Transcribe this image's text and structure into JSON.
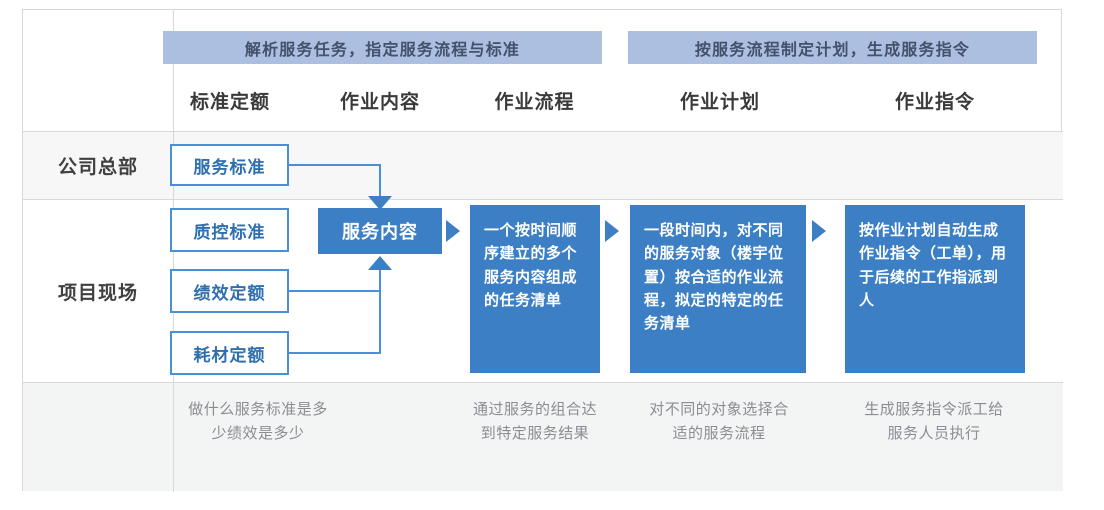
{
  "diagram": {
    "banners": [
      {
        "id": "parse-task",
        "text": "解析服务任务，指定服务流程与标准"
      },
      {
        "id": "make-plan",
        "text": "按服务流程制定计划，生成服务指令"
      }
    ],
    "column_headers": [
      {
        "id": "standard-quota",
        "text": "标准定额"
      },
      {
        "id": "work-content",
        "text": "作业内容"
      },
      {
        "id": "work-process",
        "text": "作业流程"
      },
      {
        "id": "work-plan",
        "text": "作业计划"
      },
      {
        "id": "work-order",
        "text": "作业指令"
      }
    ],
    "row_labels": [
      {
        "id": "company-hq",
        "text": "公司总部"
      },
      {
        "id": "project-site",
        "text": "项目现场"
      }
    ],
    "outlined_boxes": [
      {
        "id": "service-standard",
        "text": "服务标准"
      },
      {
        "id": "quality-control-standard",
        "text": "质控标准"
      },
      {
        "id": "performance-quota",
        "text": "绩效定额"
      },
      {
        "id": "consumable-quota",
        "text": "耗材定额"
      }
    ],
    "filled_boxes": [
      {
        "id": "service-content",
        "text": "服务内容"
      },
      {
        "id": "work-process-desc",
        "text": "一个按时间顺序建立的多个服务内容组成的任务清单"
      },
      {
        "id": "work-plan-desc",
        "text": "一段时间内，对不同的服务对象（楼宇位置）按合适的作业流程，拟定的特定的任务清单"
      },
      {
        "id": "work-order-desc",
        "text": "按作业计划自动生成作业指令（工单），用于后续的工作指派到人"
      }
    ],
    "captions": [
      {
        "id": "caption-standard",
        "text": "做什么服务标准是多少绩效是多少"
      },
      {
        "id": "caption-content",
        "text": "通过服务的组合达到特定服务结果"
      },
      {
        "id": "caption-process",
        "text": "对不同的对象选择合适的服务流程"
      },
      {
        "id": "caption-order",
        "text": "生成服务指令派工给服务人员执行"
      }
    ],
    "colors": {
      "banner_bg": "#adbfe0",
      "banner_text": "#43516b",
      "box_fill": "#3c7fc4",
      "box_outline": "#4a90d9",
      "outline_text": "#2f6fae",
      "grid_line": "#d8d8d8",
      "footer_bg": "#f3f4f4",
      "hq_row_bg": "#f7f7f7",
      "caption_text": "#8a8d93"
    }
  }
}
